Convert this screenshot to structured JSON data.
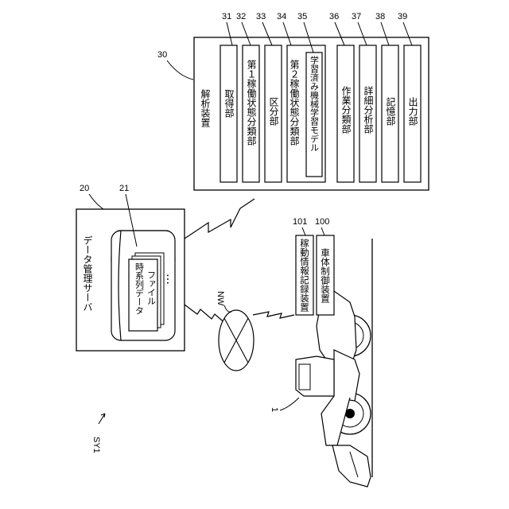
{
  "system_label": "SY1",
  "analysis_device": {
    "ref": "30",
    "title": "解析装置",
    "units": [
      {
        "ref": "31",
        "label": "取得部"
      },
      {
        "ref": "32",
        "label": "第１稼働状態分類部"
      },
      {
        "ref": "33",
        "label": "区分部"
      },
      {
        "ref": "34",
        "label": "第２稼働状態分類部"
      },
      {
        "ref": "35",
        "label": "学習済み機械学習モデル"
      },
      {
        "ref": "36",
        "label": "作業分類部"
      },
      {
        "ref": "37",
        "label": "詳細分析部"
      },
      {
        "ref": "38",
        "label": "記憶部"
      },
      {
        "ref": "39",
        "label": "出力部"
      }
    ]
  },
  "data_server": {
    "ref": "20",
    "title": "データ管理サーバ",
    "db_ref": "21",
    "file_label_1": "時系列データ",
    "file_label_2": "ファイル",
    "ellipsis": "…"
  },
  "network": {
    "label": "NW"
  },
  "vehicle": {
    "ref": "1",
    "recorder_ref": "101",
    "recorder_label": "稼動情報記録装置",
    "controller_ref": "100",
    "controller_label": "車体制御装置"
  }
}
